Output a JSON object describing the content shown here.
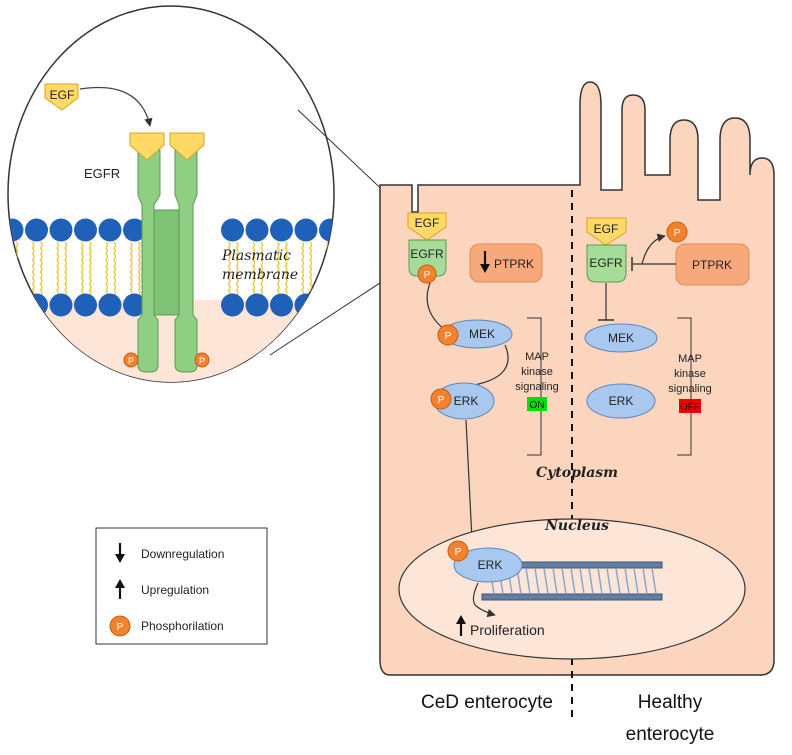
{
  "zoom": {
    "egf_label": "EGF",
    "egfr_label": "EGFR",
    "membrane_label_line1": "Plasmatic",
    "membrane_label_line2": "membrane",
    "phospho_label": "P"
  },
  "ced_cell": {
    "egf_label": "EGF",
    "egfr_label": "EGFR",
    "phospho_label": "P",
    "ptprk_label": "PTPRK",
    "mek_label": "MEK",
    "erk_label": "ERK",
    "signaling_line1": "MAP",
    "signaling_line2": "kinase",
    "signaling_line3": "signaling",
    "signaling_state": "ON",
    "state_color": "#00e000",
    "nuclear_erk_label": "ERK",
    "proliferation_label": "Proliferation",
    "caption": "CeD enterocyte"
  },
  "healthy_cell": {
    "egf_label": "EGF",
    "egfr_label": "EGFR",
    "phospho_label": "P",
    "ptprk_label": "PTPRK",
    "mek_label": "MEK",
    "erk_label": "ERK",
    "signaling_line1": "MAP",
    "signaling_line2": "kinase",
    "signaling_line3": "signaling",
    "signaling_state": "OFF",
    "state_color": "#ee0000",
    "caption_line1": "Healthy",
    "caption_line2": "enterocyte"
  },
  "compartments": {
    "cytoplasm_label": "Cytoplasm",
    "nucleus_label": "Nucleus"
  },
  "legend": {
    "down_label": "Downregulation",
    "up_label": "Upregulation",
    "phospho_symbol": "P",
    "phospho_label": "Phosphorilation"
  },
  "colors": {
    "cell_fill": "#fcd5bf",
    "receptor_green": "#8fcf84",
    "egf_yellow": "#ffd966",
    "kinase_blue": "#a9c8ef",
    "phospho_orange": "#f3822f",
    "ptprk_orange": "#f8a97c",
    "lipid_blue": "#1f61b8"
  }
}
